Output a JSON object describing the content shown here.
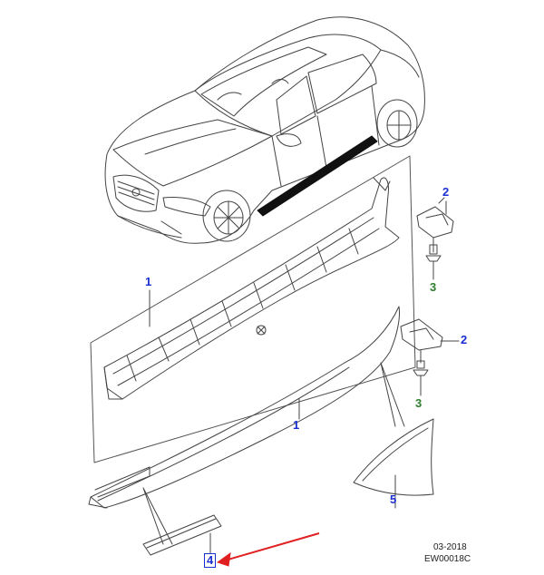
{
  "callouts": {
    "sill_outer": "1",
    "sill_lower": "1",
    "bracket_upper": "2",
    "bracket_lower": "2",
    "clip_upper": "3",
    "clip_lower": "3",
    "flap_rear": "5",
    "strip_front": "4"
  },
  "footer": {
    "date": "03-2018",
    "code": "EW00018C"
  },
  "colors": {
    "callout_blue": "#1a2fd0",
    "callout_green": "#2e7d2e",
    "pointer_arrow": "#e02020",
    "line_art": "#444444"
  }
}
